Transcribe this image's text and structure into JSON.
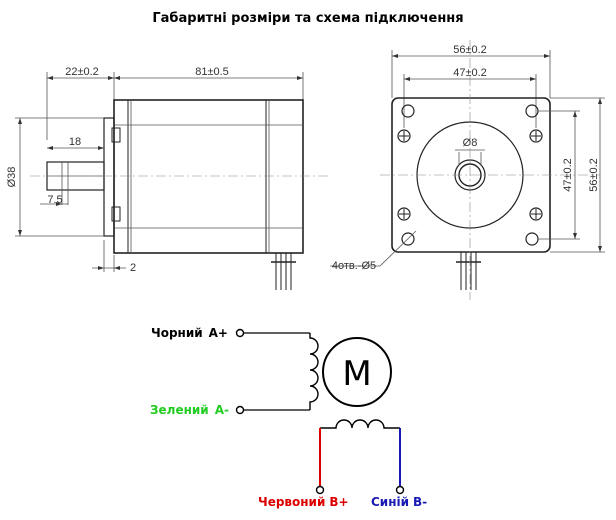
{
  "title": "Габаритні розміри та схема підключення",
  "side_view": {
    "dim_flange_length": "22±0.2",
    "dim_body_length": "81±0.5",
    "dim_shaft_length": "18",
    "dim_shaft_flat": "7.5",
    "dim_pilot_diameter": "Ø38",
    "dim_pilot_depth": "2"
  },
  "front_view": {
    "dim_outer_width": "56±0.2",
    "dim_hole_spacing": "47±0.2",
    "dim_shaft_diameter": "Ø8",
    "dim_hole_spacing_v": "47±0.2",
    "dim_outer_height": "56±0.2",
    "dim_holes": "4отв.-Ø5"
  },
  "wiring": {
    "motor_symbol": "M",
    "black_name": "Чорний",
    "black_pin": "A+",
    "green_name": "Зелений",
    "green_pin": "A-",
    "red_name": "Червоний",
    "red_pin": "B+",
    "blue_name": "Синій",
    "blue_pin": "B-",
    "colors": {
      "black": "#000000",
      "green": "#22cc22",
      "red": "#dd0000",
      "blue": "#1a1ab4"
    }
  }
}
